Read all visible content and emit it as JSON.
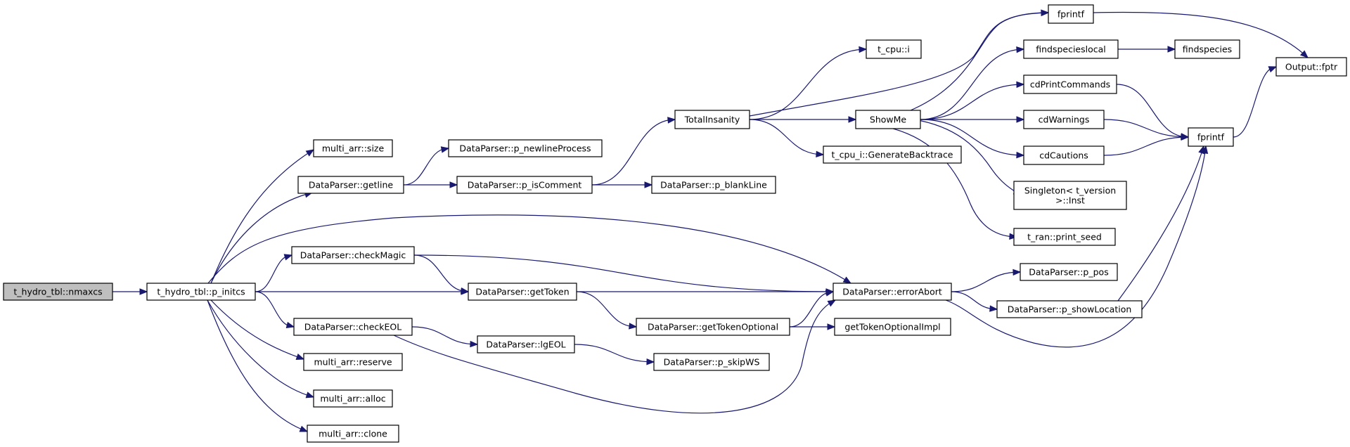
{
  "graph": {
    "title": "",
    "colors": {
      "edge": "#191970",
      "node_border": "#000000",
      "root_fill": "#bfbfbf",
      "node_fill": "#ffffff"
    },
    "nodes": [
      {
        "id": "nmaxcs",
        "label": [
          "t_hydro_tbl::nmaxcs"
        ],
        "root": true
      },
      {
        "id": "p_initcs",
        "label": [
          "t_hydro_tbl::p_initcs"
        ]
      },
      {
        "id": "size",
        "label": [
          "multi_arr::size"
        ]
      },
      {
        "id": "getline",
        "label": [
          "DataParser::getline"
        ]
      },
      {
        "id": "checkMagic",
        "label": [
          "DataParser::checkMagic"
        ]
      },
      {
        "id": "getToken",
        "label": [
          "DataParser::getToken"
        ]
      },
      {
        "id": "checkEOL",
        "label": [
          "DataParser::checkEOL"
        ]
      },
      {
        "id": "reserve",
        "label": [
          "multi_arr::reserve"
        ]
      },
      {
        "id": "alloc",
        "label": [
          "multi_arr::alloc"
        ]
      },
      {
        "id": "clone",
        "label": [
          "multi_arr::clone"
        ]
      },
      {
        "id": "p_newlineProcess",
        "label": [
          "DataParser::p_newlineProcess"
        ]
      },
      {
        "id": "p_isComment",
        "label": [
          "DataParser::p_isComment"
        ]
      },
      {
        "id": "p_blankLine",
        "label": [
          "DataParser::p_blankLine"
        ]
      },
      {
        "id": "getTokenOptional",
        "label": [
          "DataParser::getTokenOptional"
        ]
      },
      {
        "id": "lgEOL",
        "label": [
          "DataParser::lgEOL"
        ]
      },
      {
        "id": "p_skipWS",
        "label": [
          "DataParser::p_skipWS"
        ]
      },
      {
        "id": "TotalInsanity",
        "label": [
          "TotalInsanity"
        ]
      },
      {
        "id": "t_cpu_i",
        "label": [
          "t_cpu::i"
        ]
      },
      {
        "id": "ShowMe",
        "label": [
          "ShowMe"
        ]
      },
      {
        "id": "GenerateBacktrace",
        "label": [
          "t_cpu_i::GenerateBacktrace"
        ]
      },
      {
        "id": "errorAbort",
        "label": [
          "DataParser::errorAbort"
        ]
      },
      {
        "id": "getTokenOptionalImpl",
        "label": [
          "getTokenOptionalImpl"
        ]
      },
      {
        "id": "fprintf1",
        "label": [
          "fprintf"
        ]
      },
      {
        "id": "findspecieslocal",
        "label": [
          "findspecieslocal"
        ]
      },
      {
        "id": "findspecies",
        "label": [
          "findspecies"
        ]
      },
      {
        "id": "cdPrintCommands",
        "label": [
          "cdPrintCommands"
        ]
      },
      {
        "id": "cdWarnings",
        "label": [
          "cdWarnings"
        ]
      },
      {
        "id": "cdCautions",
        "label": [
          "cdCautions"
        ]
      },
      {
        "id": "Singleton",
        "label": [
          "Singleton< t_version",
          ">::Inst"
        ]
      },
      {
        "id": "print_seed",
        "label": [
          "t_ran::print_seed"
        ]
      },
      {
        "id": "p_pos",
        "label": [
          "DataParser::p_pos"
        ]
      },
      {
        "id": "p_showLocation",
        "label": [
          "DataParser::p_showLocation"
        ]
      },
      {
        "id": "fprintf2",
        "label": [
          "fprintf"
        ]
      },
      {
        "id": "fptr",
        "label": [
          "Output::fptr"
        ]
      }
    ],
    "edges": [
      [
        "nmaxcs",
        "p_initcs"
      ],
      [
        "p_initcs",
        "size"
      ],
      [
        "p_initcs",
        "getline"
      ],
      [
        "p_initcs",
        "errorAbort"
      ],
      [
        "p_initcs",
        "checkMagic"
      ],
      [
        "p_initcs",
        "getToken"
      ],
      [
        "p_initcs",
        "checkEOL"
      ],
      [
        "p_initcs",
        "reserve"
      ],
      [
        "p_initcs",
        "alloc"
      ],
      [
        "p_initcs",
        "clone"
      ],
      [
        "getline",
        "p_newlineProcess"
      ],
      [
        "getline",
        "p_isComment"
      ],
      [
        "p_isComment",
        "TotalInsanity"
      ],
      [
        "p_isComment",
        "p_blankLine"
      ],
      [
        "checkMagic",
        "errorAbort"
      ],
      [
        "checkMagic",
        "getToken"
      ],
      [
        "getToken",
        "errorAbort"
      ],
      [
        "getToken",
        "getTokenOptional"
      ],
      [
        "checkEOL",
        "lgEOL"
      ],
      [
        "checkEOL",
        "errorAbort"
      ],
      [
        "lgEOL",
        "p_skipWS"
      ],
      [
        "getTokenOptional",
        "errorAbort"
      ],
      [
        "getTokenOptional",
        "getTokenOptionalImpl"
      ],
      [
        "TotalInsanity",
        "t_cpu_i"
      ],
      [
        "TotalInsanity",
        "fprintf1"
      ],
      [
        "TotalInsanity",
        "ShowMe"
      ],
      [
        "TotalInsanity",
        "GenerateBacktrace"
      ],
      [
        "ShowMe",
        "fprintf1"
      ],
      [
        "ShowMe",
        "findspecieslocal"
      ],
      [
        "ShowMe",
        "cdPrintCommands"
      ],
      [
        "ShowMe",
        "cdWarnings"
      ],
      [
        "ShowMe",
        "cdCautions"
      ],
      [
        "ShowMe",
        "Singleton"
      ],
      [
        "ShowMe",
        "print_seed"
      ],
      [
        "errorAbort",
        "p_pos"
      ],
      [
        "errorAbort",
        "p_showLocation"
      ],
      [
        "errorAbort",
        "fprintf2"
      ],
      [
        "findspecieslocal",
        "findspecies"
      ],
      [
        "fprintf1",
        "fptr"
      ],
      [
        "cdPrintCommands",
        "fprintf2"
      ],
      [
        "cdWarnings",
        "fprintf2"
      ],
      [
        "cdCautions",
        "fprintf2"
      ],
      [
        "p_showLocation",
        "fprintf2"
      ],
      [
        "fprintf2",
        "fptr"
      ]
    ]
  }
}
